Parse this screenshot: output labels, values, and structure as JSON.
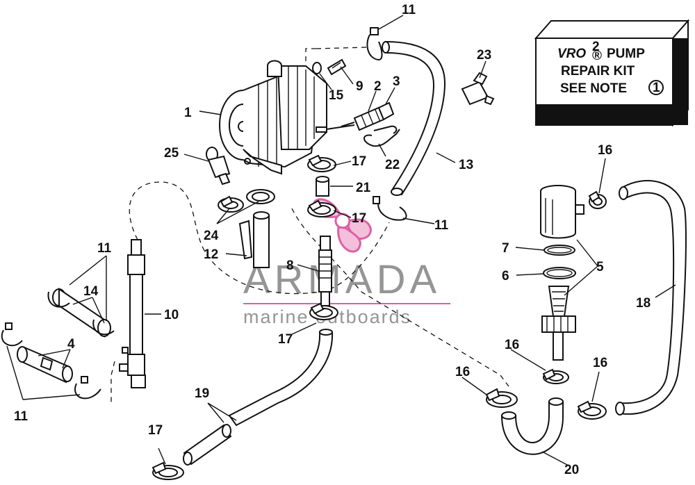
{
  "callouts": {
    "c1": "1",
    "c2": "2",
    "c3": "3",
    "c4": "4",
    "c5": "5",
    "c6": "6",
    "c7": "7",
    "c8": "8",
    "c9": "9",
    "c10": "10",
    "c11a": "11",
    "c11b": "11",
    "c11c": "11",
    "c11d": "11",
    "c12": "12",
    "c13": "13",
    "c14": "14",
    "c15": "15",
    "c16a": "16",
    "c16b": "16",
    "c16c": "16",
    "c16d": "16",
    "c17a": "17",
    "c17b": "17",
    "c17c": "17",
    "c17d": "17",
    "c18": "18",
    "c19": "19",
    "c20": "20",
    "c21": "21",
    "c22": "22",
    "c23": "23",
    "c24": "24",
    "c25": "25"
  },
  "kit_box": {
    "brand": "VRO",
    "superscript": "2",
    "registered": "®",
    "line1_rest": "PUMP",
    "line2": "REPAIR KIT",
    "line3": "SEE NOTE",
    "note_number": "1"
  },
  "watermark": {
    "brand": "ARMADA",
    "tagline": "marine outboards",
    "accent_color": "#d94f9b",
    "text_color": "#8a8a8a"
  }
}
